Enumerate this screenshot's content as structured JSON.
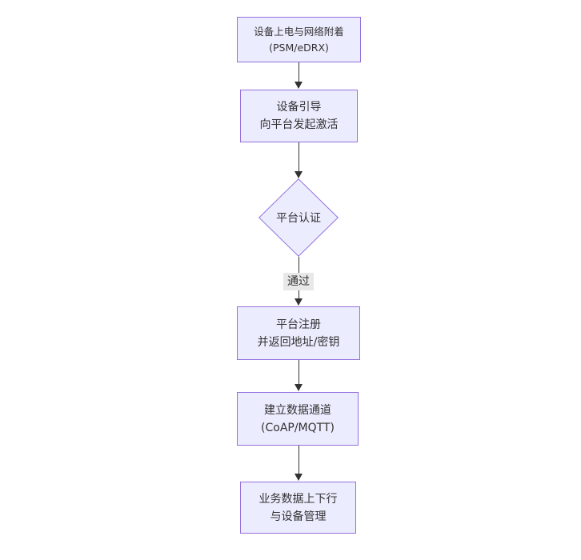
{
  "diagram": {
    "type": "flowchart",
    "direction": "top-down",
    "colors": {
      "node_fill": "#ECECFF",
      "node_border": "#9370DB",
      "arrow": "#333333",
      "text": "#333333",
      "edge_label_bg": "#e8e8e8",
      "background": "#ffffff"
    },
    "nodes": [
      {
        "id": "power-attach",
        "shape": "rect",
        "line1": "设备上电与网络附着",
        "line2": "(PSM/eDRX)"
      },
      {
        "id": "bootstrap",
        "shape": "rect",
        "line1": "设备引导",
        "line2": "向平台发起激活"
      },
      {
        "id": "platform-auth",
        "shape": "diamond",
        "label": "平台认证"
      },
      {
        "id": "platform-register",
        "shape": "rect",
        "line1": "平台注册",
        "line2": "并返回地址/密钥"
      },
      {
        "id": "data-channel",
        "shape": "rect",
        "line1": "建立数据通道",
        "line2": "(CoAP/MQTT)"
      },
      {
        "id": "business-data",
        "shape": "rect",
        "line1": "业务数据上下行",
        "line2": "与设备管理"
      }
    ],
    "edges": [
      {
        "from": "power-attach",
        "to": "bootstrap",
        "label": ""
      },
      {
        "from": "bootstrap",
        "to": "platform-auth",
        "label": ""
      },
      {
        "from": "platform-auth",
        "to": "platform-register",
        "label": "通过"
      },
      {
        "from": "platform-register",
        "to": "data-channel",
        "label": ""
      },
      {
        "from": "data-channel",
        "to": "business-data",
        "label": ""
      }
    ]
  }
}
